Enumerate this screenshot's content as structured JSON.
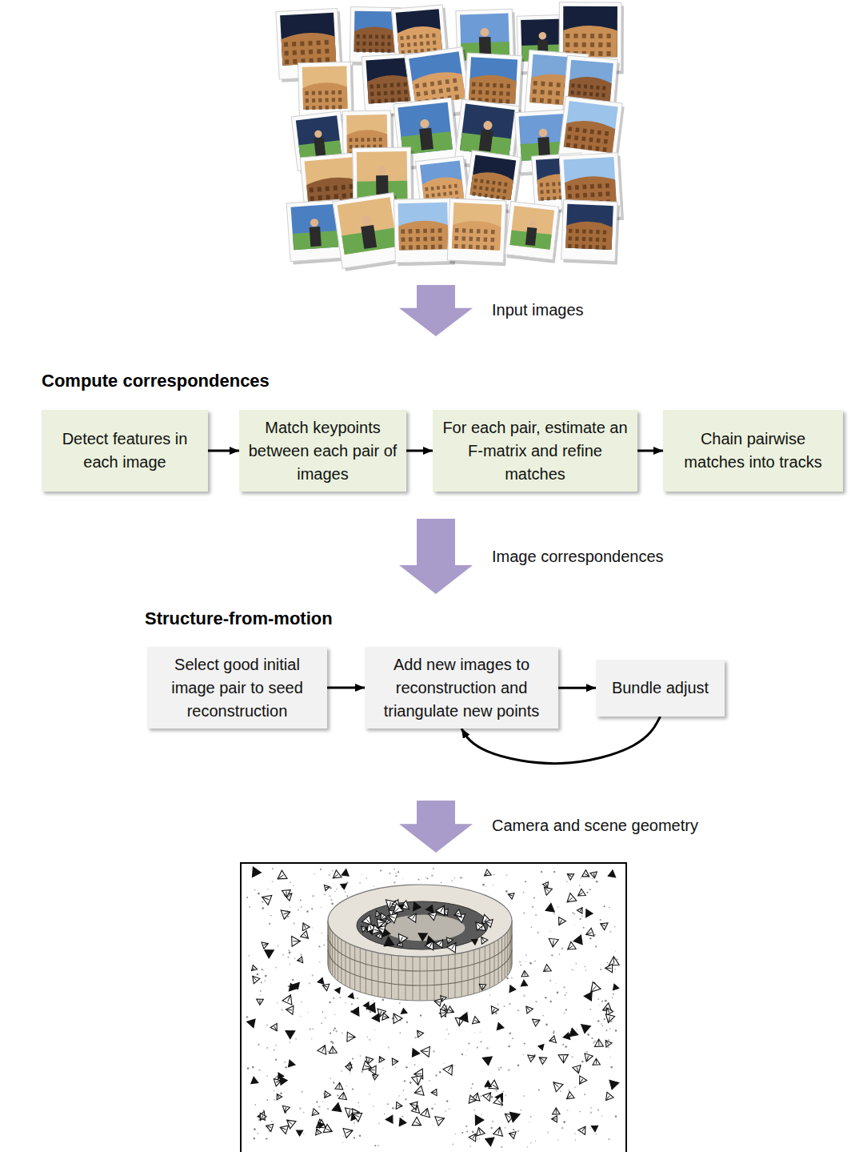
{
  "diagram": {
    "nodes": [
      {
        "text": [
          "Compute correspondences"
        ]
      },
      {
        "text": [
          "Detect features in each image"
        ],
        "in": 0
      },
      {
        "text": [
          "Match keypoints between each pair of images"
        ],
        "in": 0
      },
      {
        "text": [
          "For each pair, estimate an F-matrix and refine matches"
        ],
        "in": 0
      },
      {
        "text": [
          "Chain pairwise matches into tracks"
        ],
        "in": 0
      },
      {
        "text": [
          "Structure-from-motion"
        ]
      },
      {
        "text": [
          "Select good initial image pair to seed reconstruction"
        ],
        "in": 5
      },
      {
        "text": [
          "Add new images to reconstruction and triangulate new points"
        ],
        "in": 5
      },
      {
        "text": [
          "Bundle adjust"
        ],
        "in": 5
      }
    ],
    "edges": [
      {
        "from": 1,
        "to": 2,
        "arrow": "to"
      },
      {
        "from": 2,
        "to": 3,
        "arrow": "to"
      },
      {
        "from": 3,
        "to": 4,
        "arrow": "to"
      },
      {
        "from": 0,
        "to": 5,
        "label": "Image correspondences",
        "arrow": "to"
      },
      {
        "from": 6,
        "to": 7,
        "arrow": "to"
      },
      {
        "from": 7,
        "to": 8,
        "arrow": "to"
      },
      {
        "from": 8,
        "to": 7,
        "arrow": "to"
      }
    ],
    "labels": [
      "Input images",
      "Camera and scene geometry"
    ]
  }
}
